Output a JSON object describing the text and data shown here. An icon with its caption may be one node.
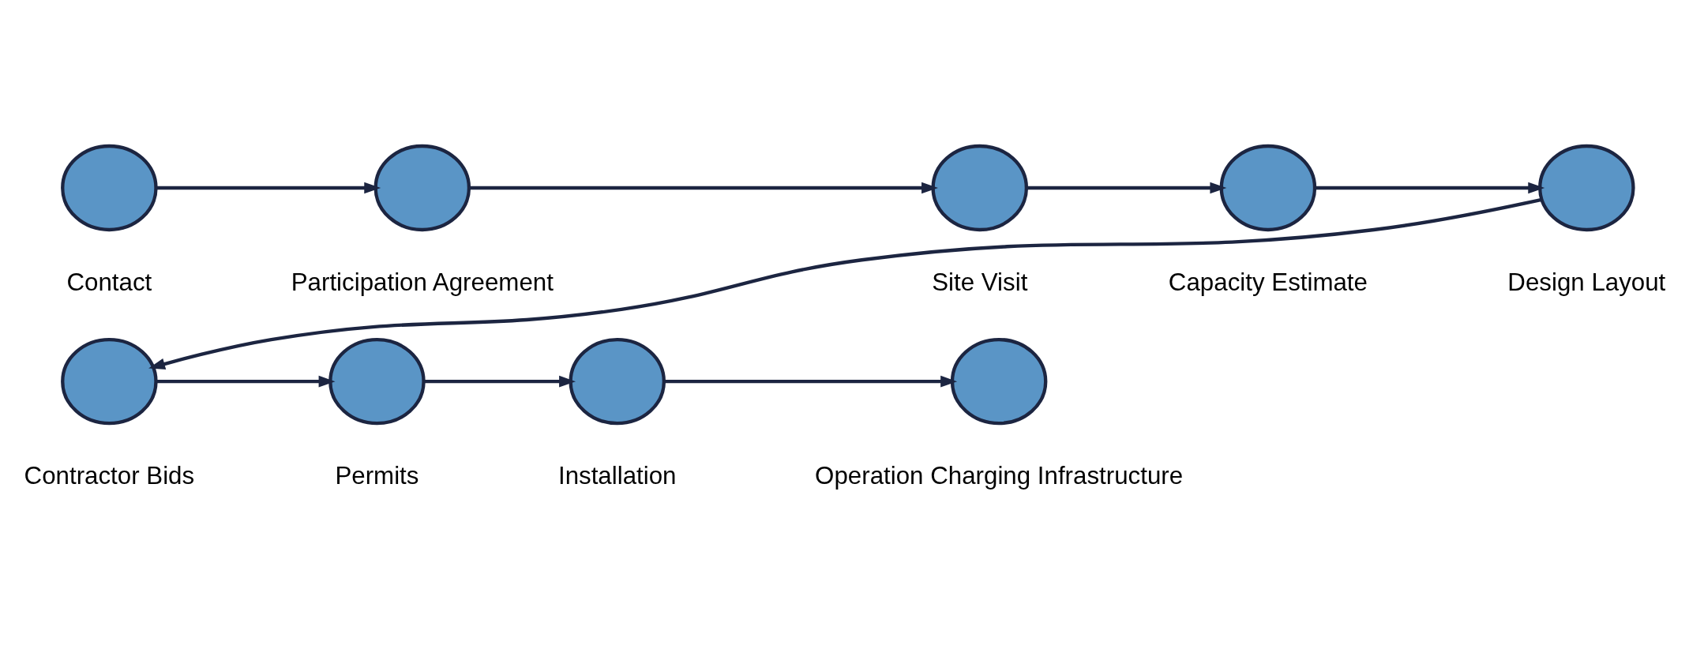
{
  "diagram": {
    "nodes": [
      {
        "text": [],
        "shape": "circle",
        "beside": [
          "Contact"
        ]
      },
      {
        "text": [],
        "shape": "circle",
        "beside": [
          "Participation Agreement"
        ]
      },
      {
        "text": [],
        "shape": "circle",
        "beside": [
          "Site Visit"
        ]
      },
      {
        "text": [],
        "shape": "circle",
        "beside": [
          "Capacity Estimate"
        ]
      },
      {
        "text": [],
        "shape": "circle",
        "beside": [
          "Design Layout"
        ]
      },
      {
        "text": [],
        "shape": "circle",
        "beside": [
          "Contractor Bids"
        ]
      },
      {
        "text": [],
        "shape": "circle",
        "beside": [
          "Permits"
        ]
      },
      {
        "text": [],
        "shape": "circle",
        "beside": [
          "Installation"
        ]
      },
      {
        "text": [],
        "shape": "circle",
        "beside": [
          "Operation Charging Infrastructure"
        ]
      }
    ],
    "edges": [
      {
        "from": 0,
        "to": 1,
        "arrow": "to"
      },
      {
        "from": 1,
        "to": 2,
        "arrow": "to"
      },
      {
        "from": 2,
        "to": 3,
        "arrow": "to"
      },
      {
        "from": 3,
        "to": 4,
        "arrow": "to"
      },
      {
        "from": 4,
        "to": 5,
        "arrow": "to"
      },
      {
        "from": 5,
        "to": 6,
        "arrow": "to"
      },
      {
        "from": 6,
        "to": 7,
        "arrow": "to"
      },
      {
        "from": 7,
        "to": 8,
        "arrow": "to"
      }
    ]
  }
}
